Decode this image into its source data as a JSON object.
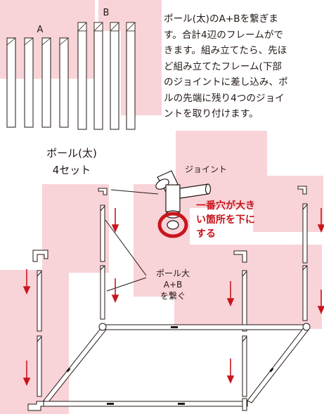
{
  "instructions": {
    "lines": [
      "ポール(太)のA+Bを繋ぎま",
      "す。合計4辺のフレームがで",
      "きます。組み立てたら、先ほ",
      "ど組み立てたフレーム(下部",
      "のジョイントに差し込み、ポ",
      "ルの先端に残り4つのジョイ",
      "ントを取り付けます。"
    ]
  },
  "parts": {
    "label_a": "A",
    "label_b": "B",
    "pole_name": "ポール(太)",
    "pole_count": "4セット"
  },
  "joint": {
    "label": "ジョイント",
    "note_lines": [
      "一番穴が大き",
      "い箇所を下に",
      "する"
    ]
  },
  "connect_label": {
    "lines": [
      "ポール大",
      "A+B",
      "を繋ぐ"
    ]
  },
  "colors": {
    "accent_red": "#c8161d",
    "watermark_pink": "#f8d3d8",
    "line": "#231815"
  }
}
